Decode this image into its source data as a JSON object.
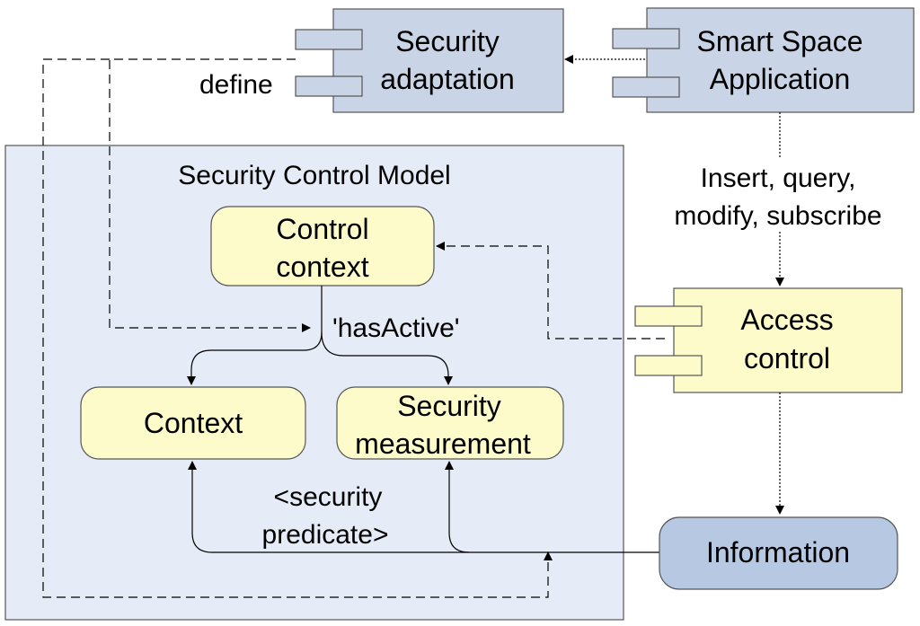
{
  "colors": {
    "component_fill": "#c9d5e6",
    "model_fill": "#e6ecf7",
    "yellow_fill": "#fdfbc9",
    "information_fill": "#b6c8e2",
    "stroke": "#000000"
  },
  "security_adaptation": {
    "line1": "Security",
    "line2": "adaptation"
  },
  "smart_space_application": {
    "line1": "Smart Space",
    "line2": "Application"
  },
  "define_label": "define",
  "security_control_model": {
    "title": "Security Control Model"
  },
  "control_context": {
    "line1": "Control",
    "line2": "context"
  },
  "has_active_label": "'hasActive'",
  "context": {
    "label": "Context"
  },
  "security_measurement": {
    "line1": "Security",
    "line2": "measurement"
  },
  "security_predicate_label": {
    "line1": "<security",
    "line2": "predicate>"
  },
  "insert_label": {
    "line1": "Insert, query,",
    "line2": "modify, subscribe"
  },
  "access_control": {
    "line1": "Access",
    "line2": "control"
  },
  "information": {
    "label": "Information"
  }
}
